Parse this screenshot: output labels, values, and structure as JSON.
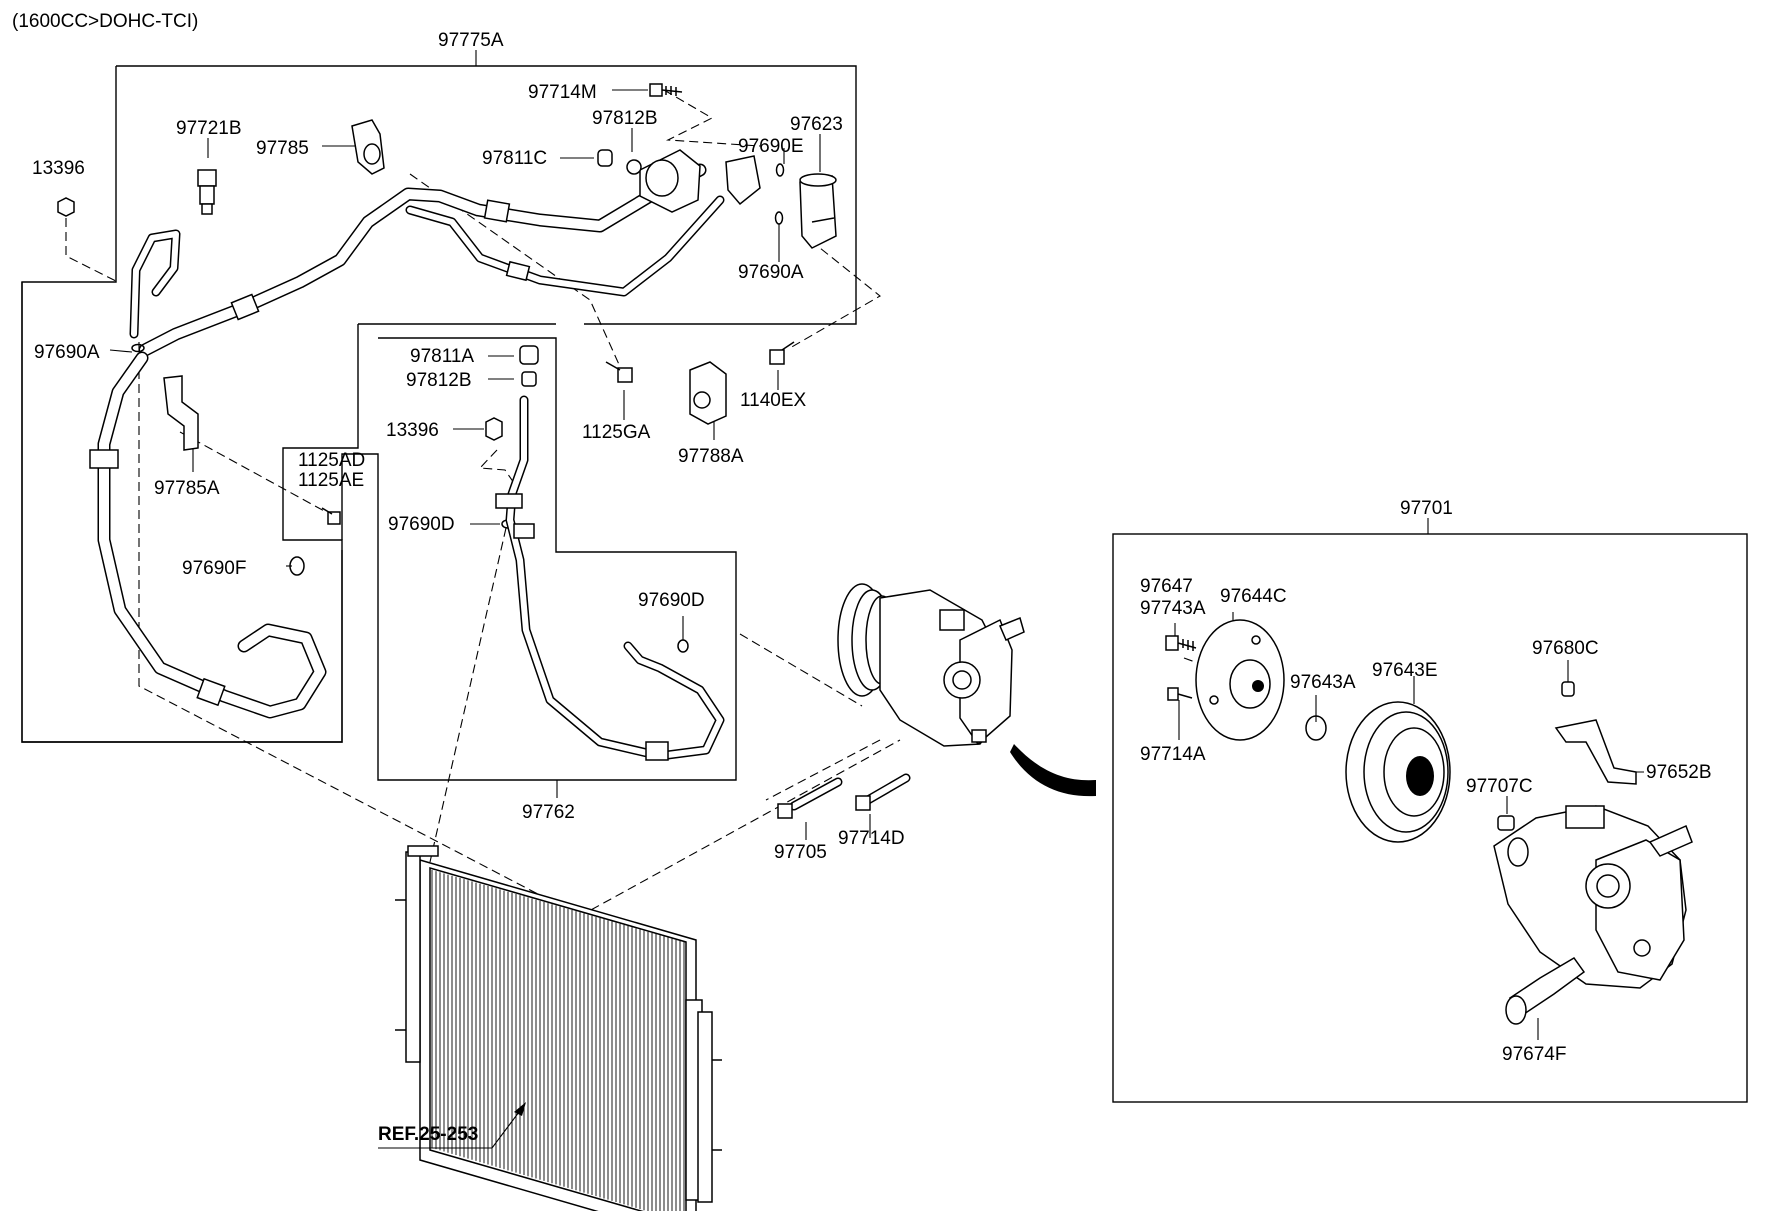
{
  "header": {
    "engine_spec": "(1600CC>DOHC-TCI)"
  },
  "labels": {
    "p97775A": "97775A",
    "p97714M": "97714M",
    "p97812B_top": "97812B",
    "p97623": "97623",
    "p97721B": "97721B",
    "p97785": "97785",
    "p97811C": "97811C",
    "p97690E": "97690E",
    "p13396_left": "13396",
    "p97690A_right": "97690A",
    "p97690A_left": "97690A",
    "p97811A": "97811A",
    "p97812B_mid": "97812B",
    "p1140EX": "1140EX",
    "p1125GA": "1125GA",
    "p13396_mid": "13396",
    "p97788A": "97788A",
    "p1125AD": "1125AD",
    "p1125AE": "1125AE",
    "p97785A": "97785A",
    "p97690D_mid": "97690D",
    "p97690F": "97690F",
    "p97690D_right": "97690D",
    "p97762": "97762",
    "p97705": "97705",
    "p97714D": "97714D",
    "p97701": "97701",
    "p97647": "97647",
    "p97743A": "97743A",
    "p97644C": "97644C",
    "p97643A": "97643A",
    "p97643E": "97643E",
    "p97680C": "97680C",
    "p97714A": "97714A",
    "p97652B": "97652B",
    "p97707C": "97707C",
    "p97674F": "97674F",
    "ref": "REF.25-253"
  }
}
